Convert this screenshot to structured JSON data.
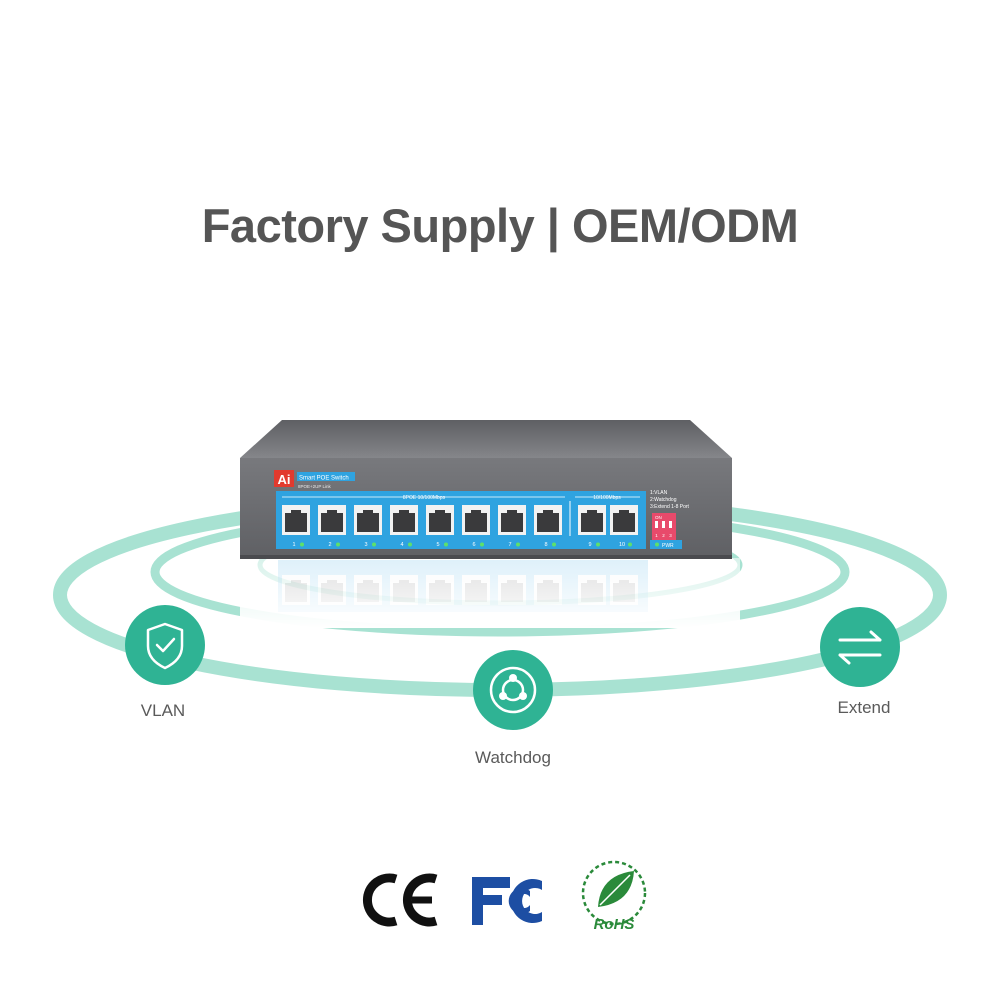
{
  "headline": "Factory Supply | OEM/ODM",
  "colors": {
    "accent": "#2fb394",
    "ring": "#a8e2d2",
    "switch_body": "#6d6e72",
    "panel_blue": "#2fa3e0",
    "dip_red": "#e84a6b",
    "ce": "#111111",
    "fcc": "#1d4ea3",
    "rohs": "#2a8a3a"
  },
  "switch": {
    "brand_badge": "Ai",
    "model_title": "Smart POE Switch",
    "model_subtitle": "8POE+2UP Link",
    "group_poe_label": "8POE 10/100Mbps",
    "group_uplink_label": "10/100Mbps",
    "port_numbers": [
      "1",
      "2",
      "3",
      "4",
      "5",
      "6",
      "7",
      "8",
      "9",
      "10"
    ],
    "dip_legend": [
      "1:VLAN",
      "2:Watchdog",
      "3:Extend 1-8 Port"
    ],
    "dip_on": "ON",
    "dip_numbers": [
      "1",
      "2",
      "3"
    ],
    "pwr": "PWR"
  },
  "features": [
    {
      "label": "VLAN",
      "icon": "shield-check-icon"
    },
    {
      "label": "Watchdog",
      "icon": "watchdog-icon"
    },
    {
      "label": "Extend",
      "icon": "swap-arrows-icon"
    }
  ],
  "certifications": {
    "ce": "CE",
    "fcc": "FC",
    "rohs": "RoHS"
  }
}
